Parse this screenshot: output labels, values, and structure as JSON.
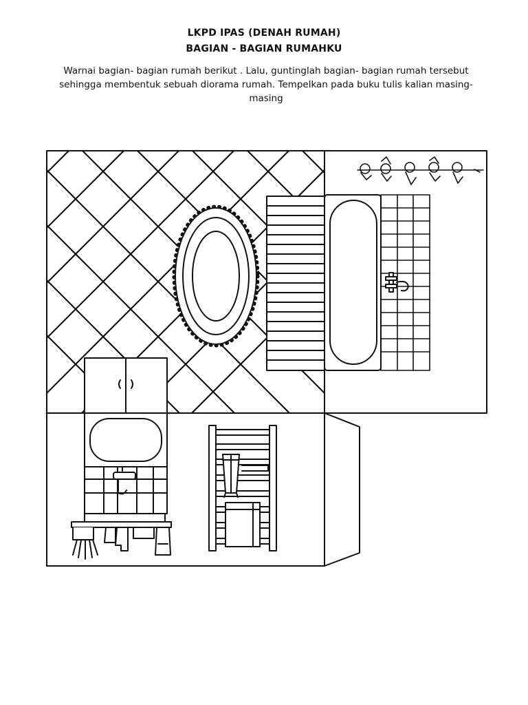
{
  "worksheet": {
    "title_line1": "LKPD IPAS (DENAH RUMAH)",
    "title_line2": "BAGIAN - BAGIAN RUMAHKU",
    "instructions": "Warnai bagian- bagian rumah berikut . Lalu, guntinglah bagian- bagian rumah tersebut sehingga membentuk sebuah diorama rumah. Tempelkan pada buku tulis kalian masing-masing"
  },
  "drawing": {
    "subject": "bathroom-cutout-template",
    "line_color": "#111111",
    "paper_color": "#ffffff",
    "items": [
      "diamond-tile-floor",
      "oval-bath-mat",
      "slatted-bench",
      "bathtub",
      "wall-tiles",
      "shower-faucet",
      "hanging-clothes-line",
      "wall-cabinet",
      "washbasin",
      "sink-faucet",
      "towel-rack",
      "towels",
      "shelf-with-hanging-items",
      "side-wall-flap"
    ]
  }
}
